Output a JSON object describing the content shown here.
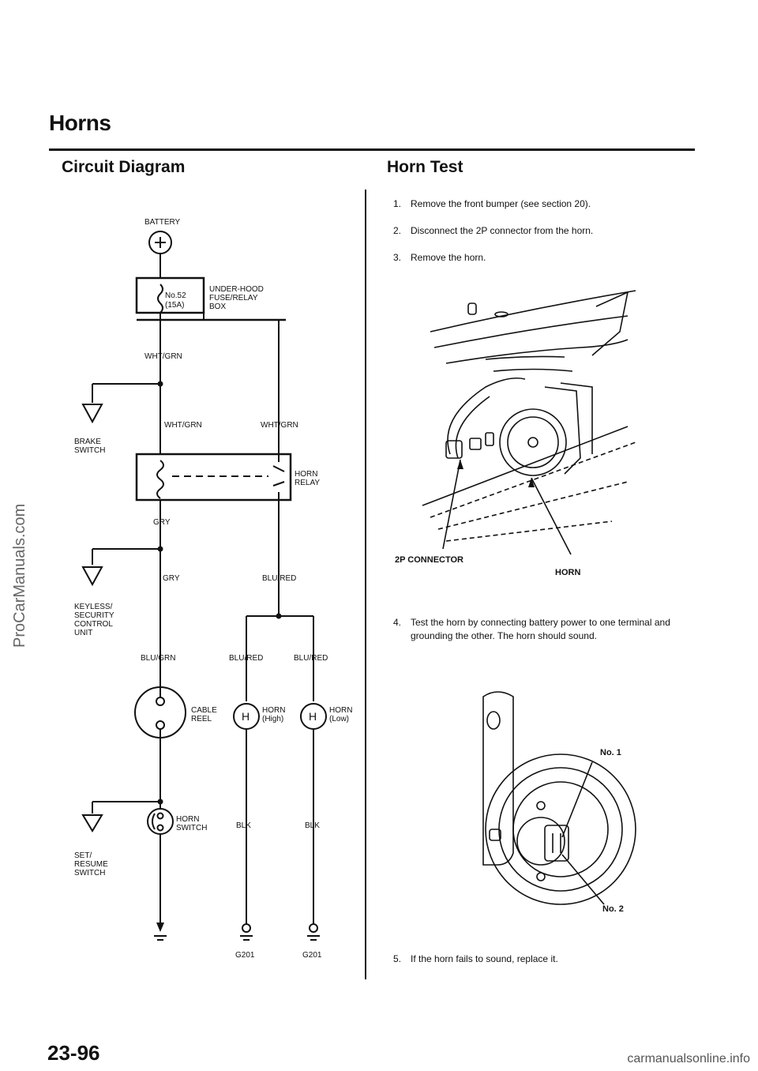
{
  "page": {
    "title": "Horns",
    "section_left": "Circuit Diagram",
    "section_right": "Horn Test",
    "page_number": "23-96",
    "watermark_side": "ProCarManuals.com",
    "watermark_footer": "carmanualsonline.info"
  },
  "diagram": {
    "battery": "BATTERY",
    "fuse_no": "No.52",
    "fuse_amp": "(15A)",
    "fuse_box_1": "UNDER-HOOD",
    "fuse_box_2": "FUSE/RELAY",
    "fuse_box_3": "BOX",
    "wire_whtgrn_1": "WHT/GRN",
    "wire_whtgrn_2": "WHT/GRN",
    "wire_whtgrn_3": "WHT/GRN",
    "brake_1": "BRAKE",
    "brake_2": "SWITCH",
    "relay_1": "HORN",
    "relay_2": "RELAY",
    "wire_gry_1": "GRY",
    "wire_gry_2": "GRY",
    "keyless_1": "KEYLESS/",
    "keyless_2": "SECURITY",
    "keyless_3": "CONTROL",
    "keyless_4": "UNIT",
    "wire_blured_1": "BLU/RED",
    "wire_blugrn": "BLU/GRN",
    "wire_blured_2": "BLU/RED",
    "wire_blured_3": "BLU/RED",
    "cable_1": "CABLE",
    "cable_2": "REEL",
    "horn_high_1": "HORN",
    "horn_high_2": "(High)",
    "horn_low_1": "HORN",
    "horn_low_2": "(Low)",
    "horn_symbol": "H",
    "set_1": "SET/",
    "set_2": "RESUME",
    "set_3": "SWITCH",
    "hsw_1": "HORN",
    "hsw_2": "SWITCH",
    "wire_blk_1": "BLK",
    "wire_blk_2": "BLK",
    "ground_1": "G201",
    "ground_2": "G201"
  },
  "steps": [
    {
      "n": "1.",
      "text": "Remove the front bumper (see section 20)."
    },
    {
      "n": "2.",
      "text": "Disconnect the 2P connector from the horn."
    },
    {
      "n": "3.",
      "text": "Remove the horn."
    },
    {
      "n": "4.",
      "text": "Test the horn by connecting battery power to one terminal and grounding the other. The horn should sound."
    },
    {
      "n": "5.",
      "text": "If the horn fails to sound, replace it."
    }
  ],
  "figure1": {
    "label_connector": "2P CONNECTOR",
    "label_horn": "HORN"
  },
  "figure2": {
    "label_no1": "No. 1",
    "label_no2": "No. 2"
  }
}
